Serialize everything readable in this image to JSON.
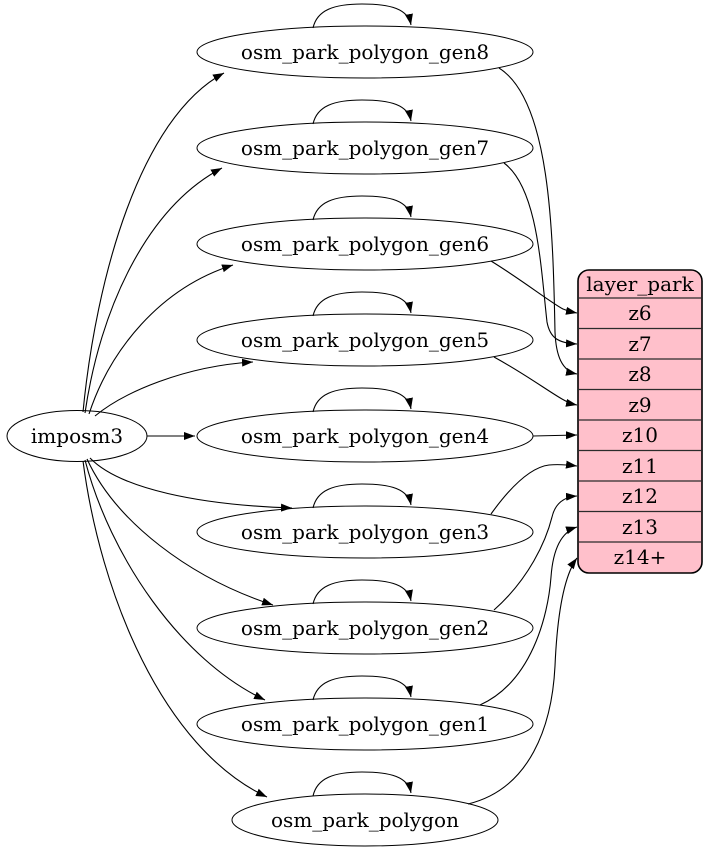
{
  "diagram": {
    "type": "graphviz-etl-graph",
    "background_color": "#ffffff",
    "edge_color": "#000000",
    "node_fill_color": "#ffffff",
    "source_node": {
      "label": "imposm3"
    },
    "table_nodes": [
      {
        "label": "osm_park_polygon_gen8",
        "self_loop": true,
        "arrow_to_row": "z8"
      },
      {
        "label": "osm_park_polygon_gen7",
        "self_loop": true,
        "arrow_to_row": "z7"
      },
      {
        "label": "osm_park_polygon_gen6",
        "self_loop": true,
        "arrow_to_row": "z6"
      },
      {
        "label": "osm_park_polygon_gen5",
        "self_loop": true,
        "arrow_to_row": "z9"
      },
      {
        "label": "osm_park_polygon_gen4",
        "self_loop": true,
        "arrow_to_row": "z10"
      },
      {
        "label": "osm_park_polygon_gen3",
        "self_loop": true,
        "arrow_to_row": "z11"
      },
      {
        "label": "osm_park_polygon_gen2",
        "self_loop": true,
        "arrow_to_row": "z12"
      },
      {
        "label": "osm_park_polygon_gen1",
        "self_loop": true,
        "arrow_to_row": "z13"
      },
      {
        "label": "osm_park_polygon",
        "self_loop": true,
        "arrow_to_row": "z14+"
      }
    ],
    "layer_node": {
      "title": "layer_park",
      "fill_color": "#ffc0cb",
      "rows": [
        "z6",
        "z7",
        "z8",
        "z9",
        "z10",
        "z11",
        "z12",
        "z13",
        "z14+"
      ]
    }
  }
}
